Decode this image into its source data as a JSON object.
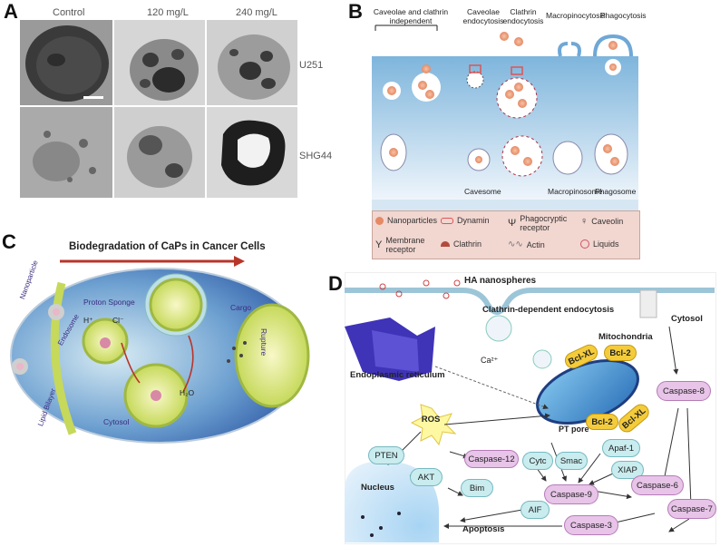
{
  "panels": {
    "A": {
      "letter": "A",
      "column_labels": [
        "Control",
        "120 mg/L",
        "240 mg/L"
      ],
      "row_labels": [
        "U251",
        "SHG44"
      ]
    },
    "B": {
      "letter": "B",
      "pathways": {
        "independent": "Caveolae and clathrin independent",
        "caveolae": "Caveolae endocytosis",
        "clathrin": "Clathrin endocytosis",
        "macropinocytosis": "Macropinocytosis",
        "phagocytosis": "Phagocytosis"
      },
      "compartments": {
        "cavesome": "Cavesome",
        "macropinosome": "Macropinosome",
        "phagosome": "Phagosome"
      },
      "legend": [
        {
          "label": "Nanoparticles",
          "icon": "nanoparticle-icon"
        },
        {
          "label": "Dynamin",
          "icon": "dynamin-icon"
        },
        {
          "label": "Phagocryptic receptor",
          "icon": "phagocytic-receptor-icon"
        },
        {
          "label": "Caveolin",
          "icon": "caveolin-icon"
        },
        {
          "label": "Membrane receptor",
          "icon": "membrane-receptor-icon"
        },
        {
          "label": "Clathrin",
          "icon": "clathrin-icon"
        },
        {
          "label": "Actin",
          "icon": "actin-icon"
        },
        {
          "label": "Liquids",
          "icon": "liquids-icon"
        }
      ]
    },
    "C": {
      "letter": "C",
      "title": "Biodegradation of CaPs in Cancer Cells",
      "labels": {
        "nanoparticle": "Nanoparticle",
        "proton_sponge": "Proton Sponge",
        "h_plus": "H⁺",
        "cl_minus": "Cl⁻",
        "endosome": "Endosome",
        "cargo": "Cargo",
        "h2o": "H₂O",
        "lipid_bilayer": "Lipid Bilayer",
        "cytosol": "Cytosol",
        "rupture": "Rupture"
      }
    },
    "D": {
      "letter": "D",
      "labels": {
        "ha_nanospheres": "HA  nanospheres",
        "clathrin_endocytosis": "Clathrin-dependent endocytosis",
        "cytosol": "Cytosol",
        "mitochondria": "Mitochondria",
        "ca": "Ca²⁺",
        "er": "Endoplasmic reticulum",
        "pt_pore": "PT pore",
        "nucleus": "Nucleus",
        "apoptosis": "Apoptosis"
      },
      "nodes": {
        "ros": "ROS",
        "pten": "PTEN",
        "akt": "AKT",
        "bim": "Bim",
        "caspase12": "Caspase-12",
        "cytc": "Cytc",
        "smac": "Smac",
        "apaf1": "Apaf-1",
        "xiap": "XIAP",
        "caspase9": "Caspase-9",
        "aif": "AIF",
        "caspase3": "Caspase-3",
        "caspase6": "Caspase-6",
        "caspase7": "Caspase-7",
        "caspase8": "Caspase-8",
        "bclxl_1": "Bcl-XL",
        "bcl2_1": "Bcl-2",
        "bcl2_2": "Bcl-2",
        "bclxl_2": "Bcl-XL"
      }
    }
  }
}
